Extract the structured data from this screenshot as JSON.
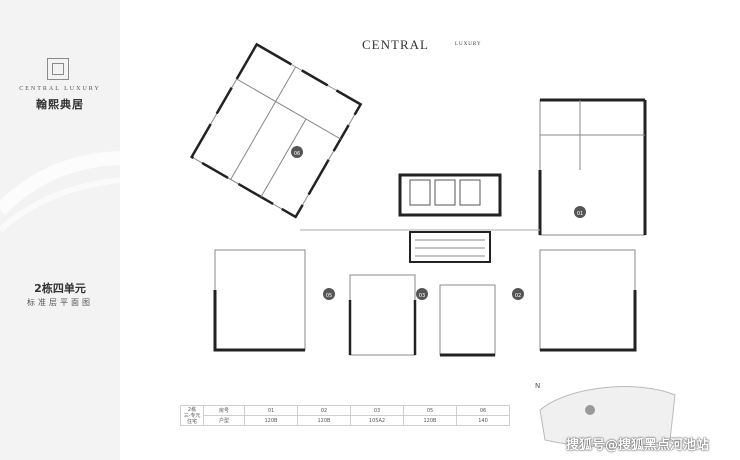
{
  "sidebar": {
    "brand_en": "CENTRAL LUXURY",
    "brand_cn": "翰熙典居",
    "building": "2栋四单元",
    "subtitle": "标准层平面图"
  },
  "header": {
    "title": "CENTRAL",
    "subtitle": "LUXURY"
  },
  "plan": {
    "units": [
      {
        "id": "unit-06",
        "label": "06"
      },
      {
        "id": "unit-01",
        "label": "01"
      },
      {
        "id": "unit-05",
        "label": "05"
      },
      {
        "id": "unit-03",
        "label": "03"
      },
      {
        "id": "unit-02",
        "label": "02"
      }
    ]
  },
  "table": {
    "header": [
      "2栋",
      "三-专元",
      "住宅"
    ],
    "row_labels": [
      "房号",
      "户型"
    ],
    "columns": [
      {
        "room": "01",
        "type": "120B"
      },
      {
        "room": "02",
        "type": "120B"
      },
      {
        "room": "03",
        "type": "105A2"
      },
      {
        "room": "05",
        "type": "120B"
      },
      {
        "room": "06",
        "type": "140"
      }
    ]
  },
  "watermark": "搜狐号@搜狐黑点河池站",
  "colors": {
    "sidebar_bg": "#f3f3f3",
    "wall": "#222222",
    "line": "#888888"
  }
}
